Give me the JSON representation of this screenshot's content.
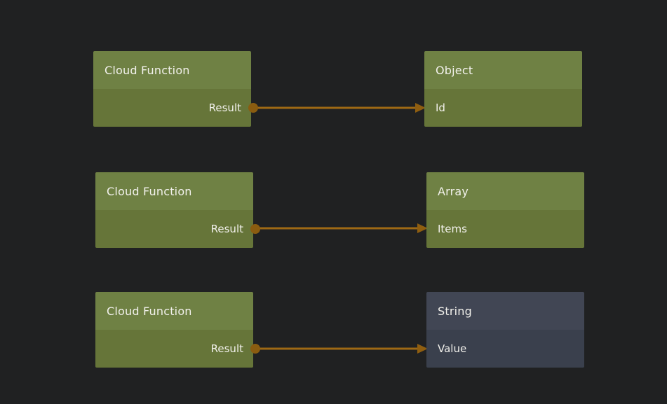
{
  "editor": {
    "background_color": "#202122",
    "wire_color": "#9e6914",
    "arrowhead_color": "#8f5e10",
    "port_dot_color": "#8a5c10",
    "node_colors": {
      "function_header": "#6f8144",
      "function_body": "#667539",
      "data_header": "#414654",
      "data_body": "#3a404d"
    }
  },
  "nodes": [
    {
      "title": "Cloud Function",
      "type": "function",
      "ports": [
        {
          "label": "Result",
          "direction": "output"
        }
      ]
    },
    {
      "title": "Object",
      "type": "data",
      "ports": [
        {
          "label": "Id",
          "direction": "input"
        }
      ]
    },
    {
      "title": "Cloud Function",
      "type": "function",
      "ports": [
        {
          "label": "Result",
          "direction": "output"
        }
      ]
    },
    {
      "title": "Array",
      "type": "data",
      "ports": [
        {
          "label": "Items",
          "direction": "input"
        }
      ]
    },
    {
      "title": "Cloud Function",
      "type": "function",
      "ports": [
        {
          "label": "Result",
          "direction": "output"
        }
      ]
    },
    {
      "title": "String",
      "type": "data",
      "ports": [
        {
          "label": "Value",
          "direction": "input"
        }
      ]
    }
  ],
  "connections": [
    {
      "from": "Cloud Function.Result",
      "to": "Object.Id"
    },
    {
      "from": "Cloud Function.Result",
      "to": "Array.Items"
    },
    {
      "from": "Cloud Function.Result",
      "to": "String.Value"
    }
  ]
}
